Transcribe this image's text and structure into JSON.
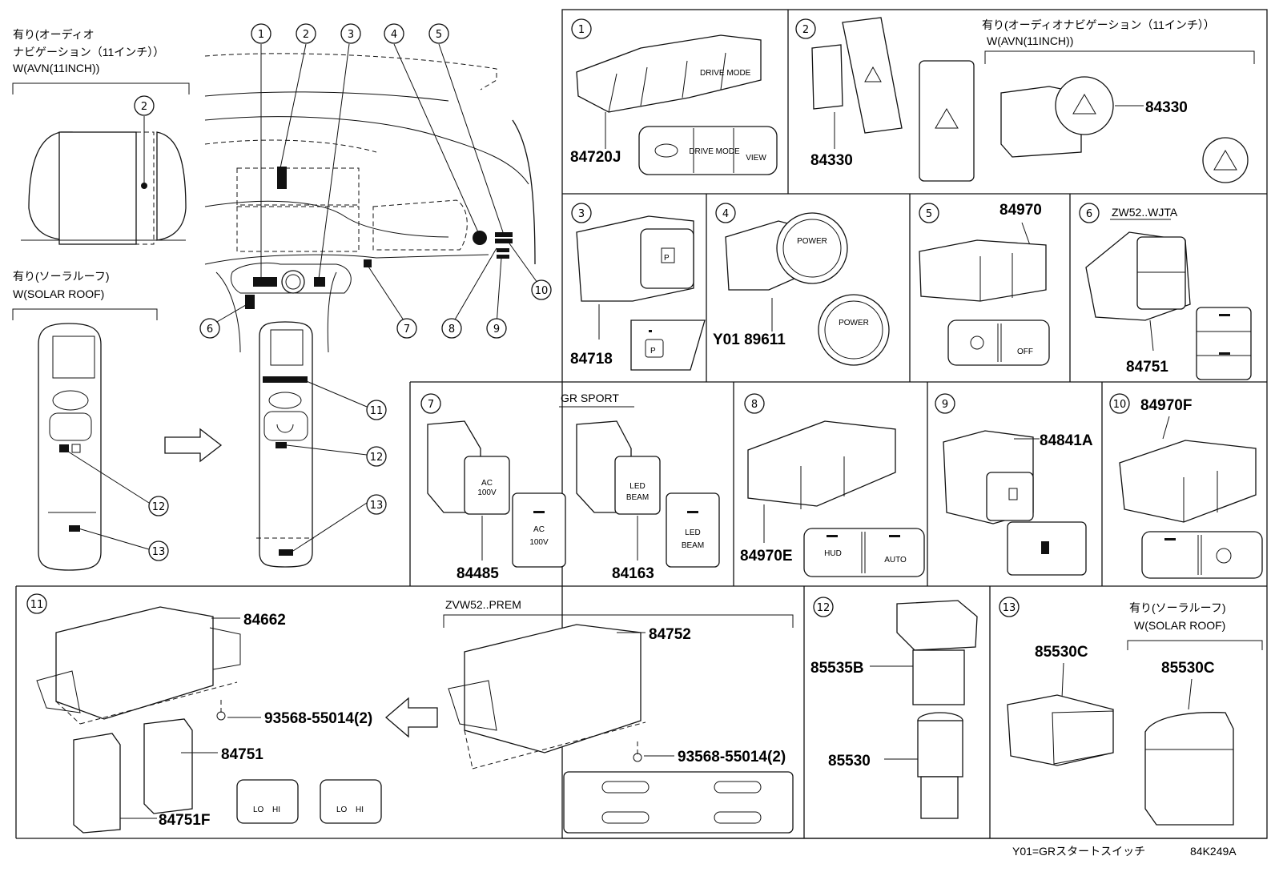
{
  "left": {
    "avn_jp": "有り(オーディオ",
    "avn_jp2": "ナビゲーション（11インチ））",
    "avn_en": "W(AVN(11INCH))",
    "solar_jp": "有り(ソーラルーフ)",
    "solar_en": "W(SOLAR ROOF)"
  },
  "callouts": [
    "1",
    "2",
    "3",
    "4",
    "5",
    "6",
    "7",
    "8",
    "9",
    "10",
    "11",
    "12",
    "13"
  ],
  "panels": {
    "p1": {
      "num": "1",
      "part": "84720J",
      "labels": [
        "DRIVE MODE",
        "VIEW"
      ]
    },
    "p2": {
      "num": "2",
      "part_a": "84330",
      "part_b": "84330",
      "note_jp": "有り(オーディオナビゲーション（11インチ））",
      "note_en": "W(AVN(11INCH))"
    },
    "p3": {
      "num": "3",
      "part": "84718"
    },
    "p4": {
      "num": "4",
      "part": "Y01 89611",
      "label": "POWER"
    },
    "p5": {
      "num": "5",
      "part": "84970",
      "label": "OFF"
    },
    "p6": {
      "num": "6",
      "part": "84751",
      "note": "ZW52..WJTA"
    },
    "p7": {
      "num": "7",
      "part_a": "84485",
      "part_b": "84163",
      "note": "GR SPORT",
      "ac1": "AC",
      "ac2": "100V",
      "led1": "LED",
      "led2": "BEAM"
    },
    "p8": {
      "num": "8",
      "part": "84970E",
      "hud": "HUD",
      "auto": "AUTO"
    },
    "p9": {
      "num": "9",
      "part": "84841A"
    },
    "p10": {
      "num": "10",
      "part": "84970F"
    },
    "p11": {
      "num": "11",
      "part_a": "84662",
      "part_b": "84751",
      "part_c": "84751F",
      "part_d": "84752",
      "screw_a": "93568-55014(2)",
      "screw_b": "93568-55014(2)",
      "note": "ZVW52..PREM",
      "lo": "LO",
      "hi": "HI"
    },
    "p12": {
      "num": "12",
      "part_a": "85535B",
      "part_b": "85530"
    },
    "p13": {
      "num": "13",
      "part_a": "85530C",
      "part_b": "85530C",
      "note_jp": "有り(ソーラルーフ)",
      "note_en": "W(SOLAR ROOF)"
    }
  },
  "footer": {
    "note": "Y01=GRスタートスイッチ",
    "code": "84K249A"
  }
}
